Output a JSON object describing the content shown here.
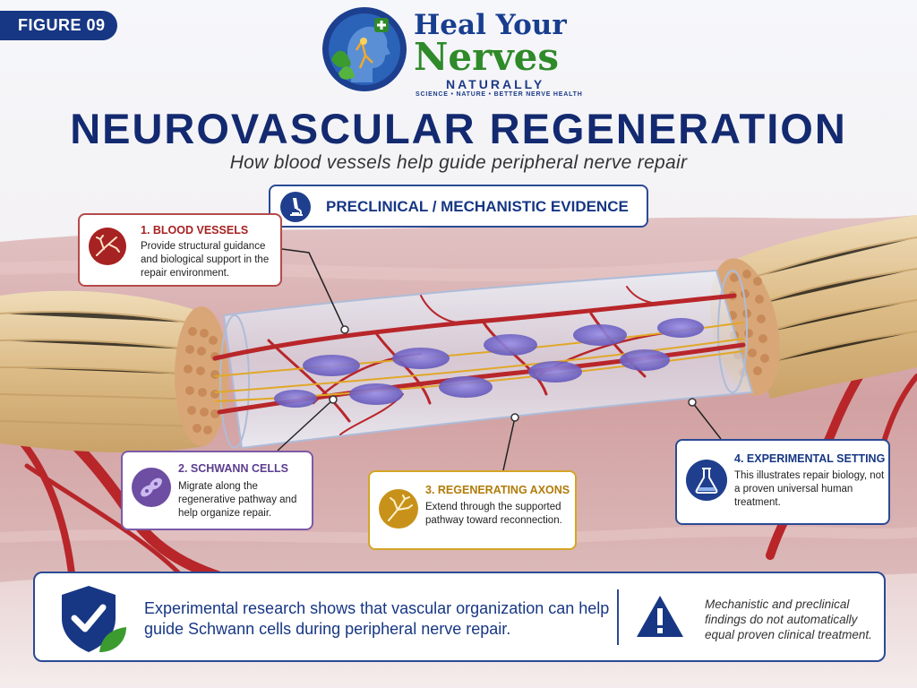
{
  "figure_label": "FIGURE 09",
  "logo": {
    "line1": "Heal Your",
    "line2": "Nerves",
    "line3": "NATURALLY",
    "tagline": "SCIENCE • NATURE • BETTER NERVE HEALTH"
  },
  "title": "NEUROVASCULAR REGENERATION",
  "subtitle": "How blood vessels help guide peripheral nerve repair",
  "evidence_label": "PRECLINICAL / MECHANISTIC EVIDENCE",
  "callouts": [
    {
      "title": "1. BLOOD VESSELS",
      "body": "Provide structural guidance and biological support in the repair environment.",
      "color": "#a72222"
    },
    {
      "title": "2. SCHWANN CELLS",
      "body": "Migrate along the regenerative pathway and help organize repair.",
      "color": "#5b3e8e"
    },
    {
      "title": "3. REGENERATING AXONS",
      "body": "Extend through the supported pathway toward reconnection.",
      "color": "#b07b08"
    },
    {
      "title": "4. EXPERIMENTAL SETTING",
      "body": "This illustrates repair biology, not a proven universal human treatment.",
      "color": "#173784"
    }
  ],
  "bottom": {
    "message": "Experimental research shows that vascular organization can help guide Schwann cells during peripheral nerve repair.",
    "note": "Mechanistic and preclinical findings do not automatically equal proven clinical treatment."
  },
  "colors": {
    "navy": "#173784",
    "vessel_red": "#b8262a",
    "nerve_tan": "#e3c79a",
    "schwann_purple": "#7b6fcf",
    "axon_gold": "#e0a828"
  }
}
